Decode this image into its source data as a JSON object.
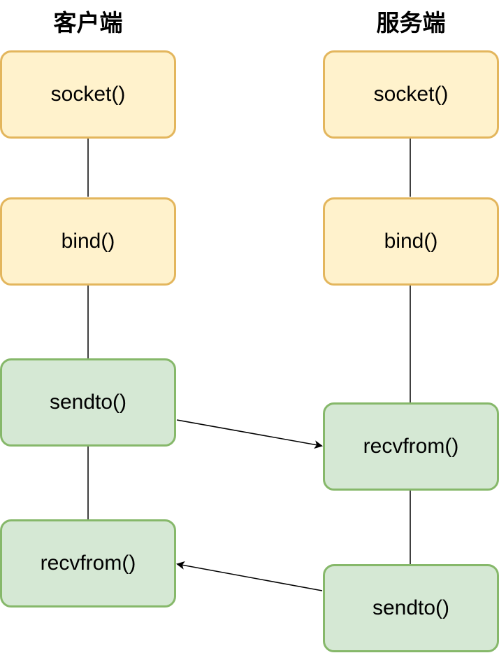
{
  "client": {
    "title": "客户端",
    "steps": [
      "socket()",
      "bind()",
      "sendto()",
      "recvfrom()"
    ]
  },
  "server": {
    "title": "服务端",
    "steps": [
      "socket()",
      "bind()",
      "recvfrom()",
      "sendto()"
    ]
  },
  "colors": {
    "setup_fill": "#fff2cc",
    "setup_border": "#e3b65d",
    "io_fill": "#d5e8d4",
    "io_border": "#86b86a"
  }
}
